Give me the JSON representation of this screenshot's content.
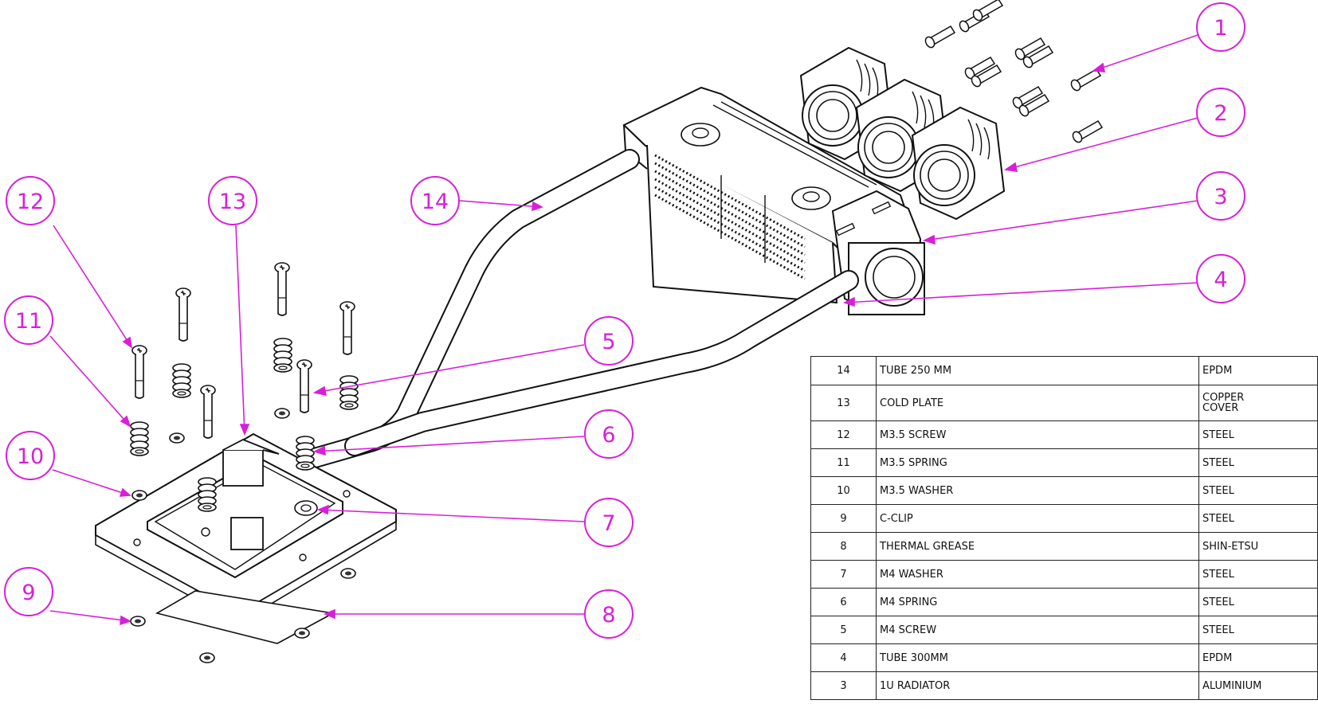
{
  "balloons": [
    "1",
    "2",
    "3",
    "4",
    "5",
    "6",
    "7",
    "8",
    "9",
    "10",
    "11",
    "12",
    "13",
    "14"
  ],
  "bom_rows": [
    {
      "no": "14",
      "desc": "TUBE 250 MM",
      "mat": "EPDM"
    },
    {
      "no": "13",
      "desc": "COLD PLATE",
      "mat": "COPPER\nCOVER"
    },
    {
      "no": "12",
      "desc": "M3.5 SCREW",
      "mat": "STEEL"
    },
    {
      "no": "11",
      "desc": "M3.5 SPRING",
      "mat": "STEEL"
    },
    {
      "no": "10",
      "desc": "M3.5 WASHER",
      "mat": "STEEL"
    },
    {
      "no": "9",
      "desc": "C-CLIP",
      "mat": "STEEL"
    },
    {
      "no": "8",
      "desc": "THERMAL GREASE",
      "mat": "SHIN-ETSU"
    },
    {
      "no": "7",
      "desc": "M4 WASHER",
      "mat": "STEEL"
    },
    {
      "no": "6",
      "desc": "M4 SPRING",
      "mat": "STEEL"
    },
    {
      "no": "5",
      "desc": "M4 SCREW",
      "mat": "STEEL"
    },
    {
      "no": "4",
      "desc": "TUBE 300MM",
      "mat": "EPDM"
    },
    {
      "no": "3",
      "desc": "1U RADIATOR",
      "mat": "ALUMINIUM"
    }
  ],
  "colors": {
    "balloon": "#d81fd8",
    "line": "#111111"
  }
}
